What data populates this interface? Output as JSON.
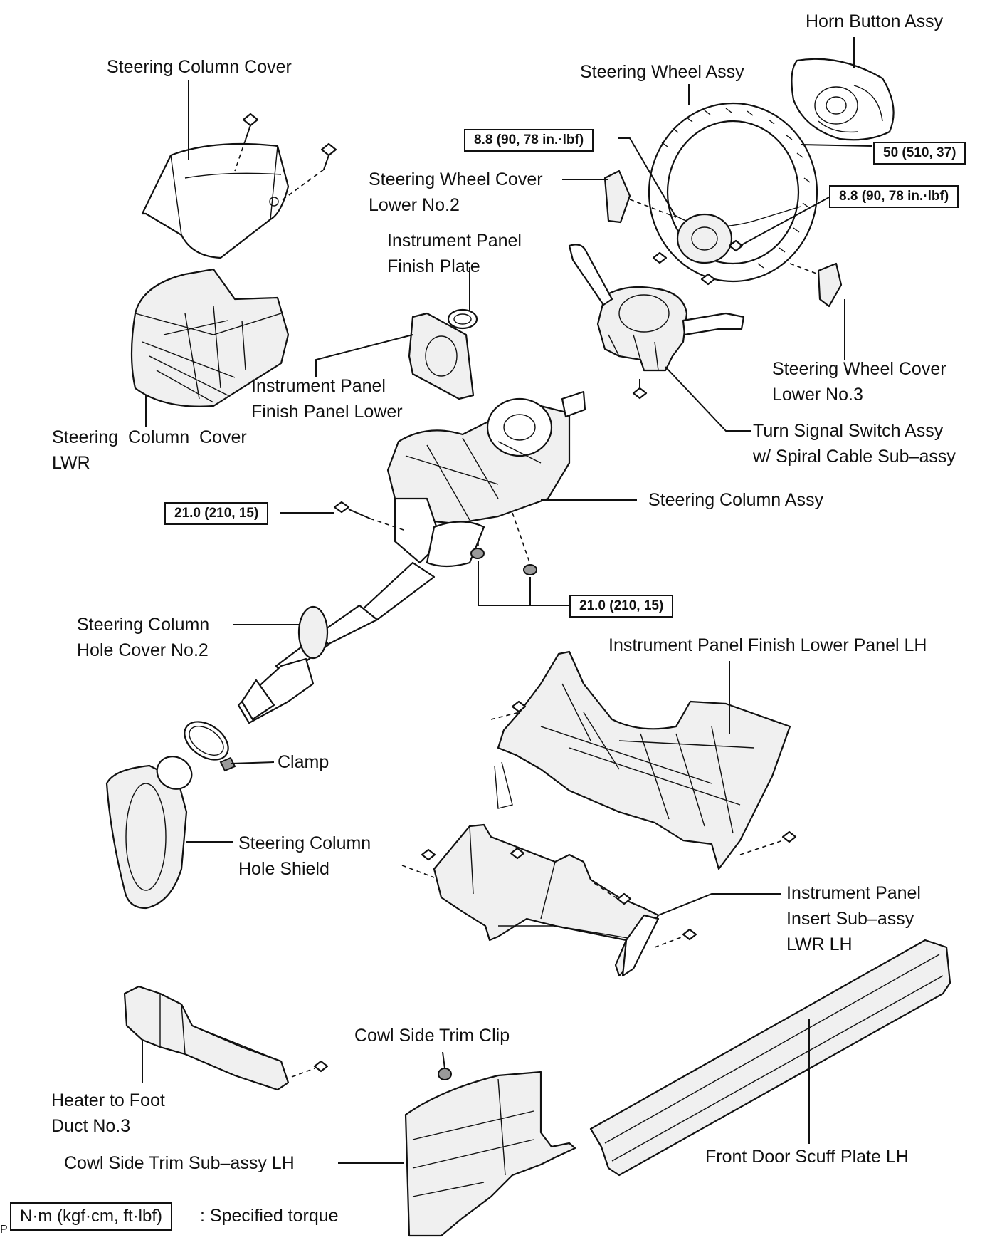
{
  "labels": {
    "horn_button": "Horn Button Assy",
    "steering_wheel": "Steering Wheel Assy",
    "steering_column_cover": "Steering Column Cover",
    "wheel_cover_lower_no2": [
      "Steering Wheel Cover",
      "Lower No.2"
    ],
    "ip_finish_plate": [
      "Instrument Panel",
      "Finish Plate"
    ],
    "ip_finish_panel_lower": [
      "Instrument Panel",
      "Finish Panel Lower"
    ],
    "column_cover_lwr": [
      "Steering  Column  Cover",
      "LWR"
    ],
    "wheel_cover_lower_no3": [
      "Steering Wheel Cover",
      "Lower No.3"
    ],
    "turn_signal_switch": [
      "Turn Signal Switch Assy",
      "w/ Spiral Cable Sub–assy"
    ],
    "steering_column_assy": "Steering Column Assy",
    "column_hole_cover_no2": [
      "Steering Column",
      "Hole Cover No.2"
    ],
    "ip_finish_lower_panel_lh": "Instrument Panel Finish Lower Panel LH",
    "clamp": "Clamp",
    "column_hole_shield": [
      "Steering Column",
      "Hole Shield"
    ],
    "ip_insert_lwr_lh": [
      "Instrument Panel",
      "Insert Sub–assy",
      "LWR LH"
    ],
    "heater_foot_duct": [
      "Heater to Foot",
      "Duct No.3"
    ],
    "cowl_side_trim_clip": "Cowl Side Trim Clip",
    "cowl_side_trim_lh": "Cowl Side Trim Sub–assy LH",
    "front_door_scuff_lh": "Front Door Scuff Plate LH"
  },
  "torques": {
    "wheel_cover_screw": "8.8 (90, 78 in.·lbf)",
    "wheel_nut": "50 (510, 37)",
    "wheel_screw_right": "8.8 (90, 78 in.·lbf)",
    "column_bolt": "21.0 (210, 15)",
    "column_nuts": "21.0 (210, 15)"
  },
  "legend": {
    "unit": "N·m (kgf·cm, ft·lbf)",
    "meaning": ": Specified torque"
  },
  "corner_mark": "P"
}
